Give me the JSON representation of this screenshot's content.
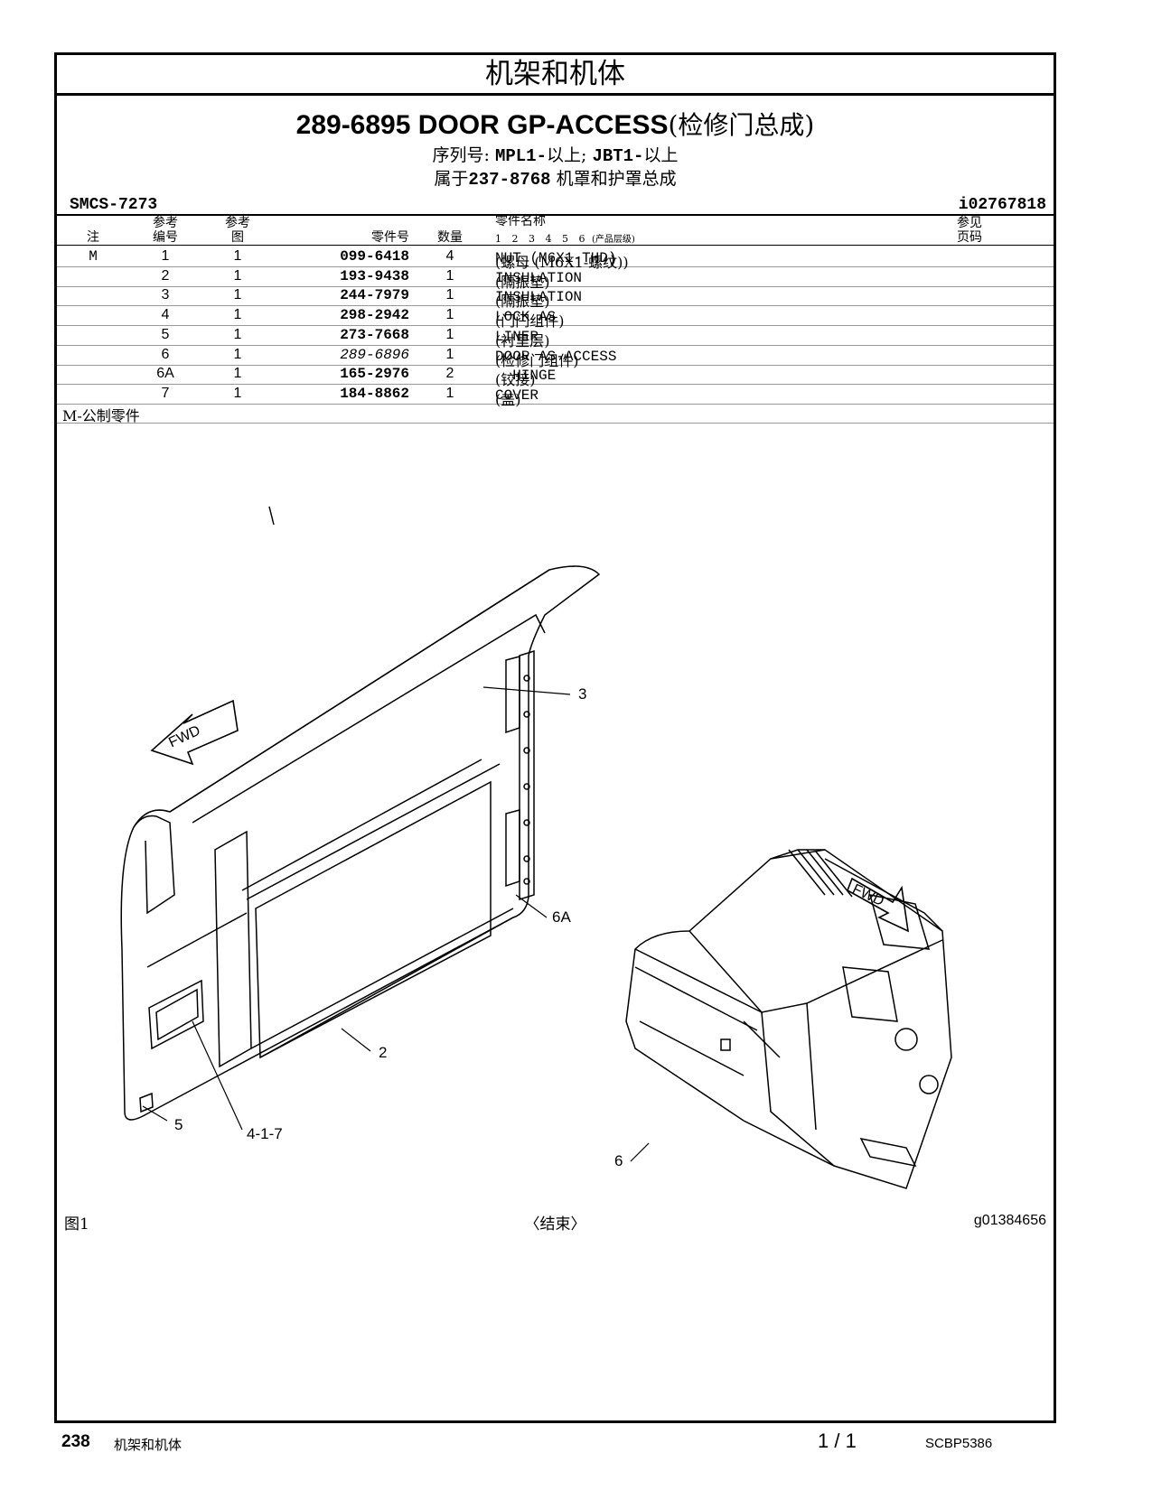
{
  "section": "机架和机体",
  "header": {
    "part_no": "289-6895",
    "title_en": "DOOR GP-ACCESS",
    "title_cn": "(检修门总成)",
    "serial_label": "序列号:",
    "serial_1": "MPL1-",
    "serial_1_suffix": "以上;",
    "serial_2": "JBT1-",
    "serial_2_suffix": "以上",
    "belongs_label": "属于",
    "belongs_part": "237-8768",
    "belongs_name": "机罩和护罩总成",
    "smcs": "SMCS-7273",
    "doc_id": "i02767818"
  },
  "columns": {
    "note": "注",
    "ref_no_top": "参考",
    "ref_no_bottom": "编号",
    "ref_fig_top": "参考",
    "ref_fig_bottom": "图",
    "part_no": "零件号",
    "qty": "数量",
    "part_name": "零件名称",
    "levels": "1 2 3 4 5 6",
    "levels_note": "(产品层级)",
    "see_page_top": "参见",
    "see_page_bottom": "页码"
  },
  "parts": [
    {
      "note": "M",
      "ref": "1",
      "fig": "1",
      "part": "099-6418",
      "qty": "4",
      "name_en": "NUT (M6X1-THD)",
      "name_cn": "(螺母 (M6X1-螺纹))",
      "italic": false
    },
    {
      "note": "",
      "ref": "2",
      "fig": "1",
      "part": "193-9438",
      "qty": "1",
      "name_en": "INSULATION",
      "name_cn": "(隔振垫)",
      "italic": false
    },
    {
      "note": "",
      "ref": "3",
      "fig": "1",
      "part": "244-7979",
      "qty": "1",
      "name_en": "INSULATION",
      "name_cn": "(隔振垫)",
      "italic": false
    },
    {
      "note": "",
      "ref": "4",
      "fig": "1",
      "part": "298-2942",
      "qty": "1",
      "name_en": "LOCK AS",
      "name_cn": "(门闩组件)",
      "italic": false
    },
    {
      "note": "",
      "ref": "5",
      "fig": "1",
      "part": "273-7668",
      "qty": "1",
      "name_en": "LINER",
      "name_cn": "(衬里层)",
      "italic": false
    },
    {
      "note": "",
      "ref": "6",
      "fig": "1",
      "part": "289-6896",
      "qty": "1",
      "name_en": "DOOR AS-ACCESS",
      "name_cn": "(检修门组件)",
      "italic": true
    },
    {
      "note": "",
      "ref": "6A",
      "fig": "1",
      "part": "165-2976",
      "qty": "2",
      "name_en": "  HINGE",
      "name_cn": "(铰接)",
      "italic": false
    },
    {
      "note": "",
      "ref": "7",
      "fig": "1",
      "part": "184-8862",
      "qty": "1",
      "name_en": "COVER",
      "name_cn": "(盖)",
      "italic": false
    }
  ],
  "note_m": "M-公制零件",
  "figure": {
    "fwd": "FWD",
    "callouts": {
      "c3": "3",
      "c6a": "6A",
      "c2": "2",
      "c417": "4-1-7",
      "c5": "5",
      "c6": "6"
    },
    "label": "图1",
    "end": "〈结束〉",
    "graphic_id": "g01384656"
  },
  "footer": {
    "page": "238",
    "section": "机架和机体",
    "page_of": "1 / 1",
    "doc": "SCBP5386"
  }
}
